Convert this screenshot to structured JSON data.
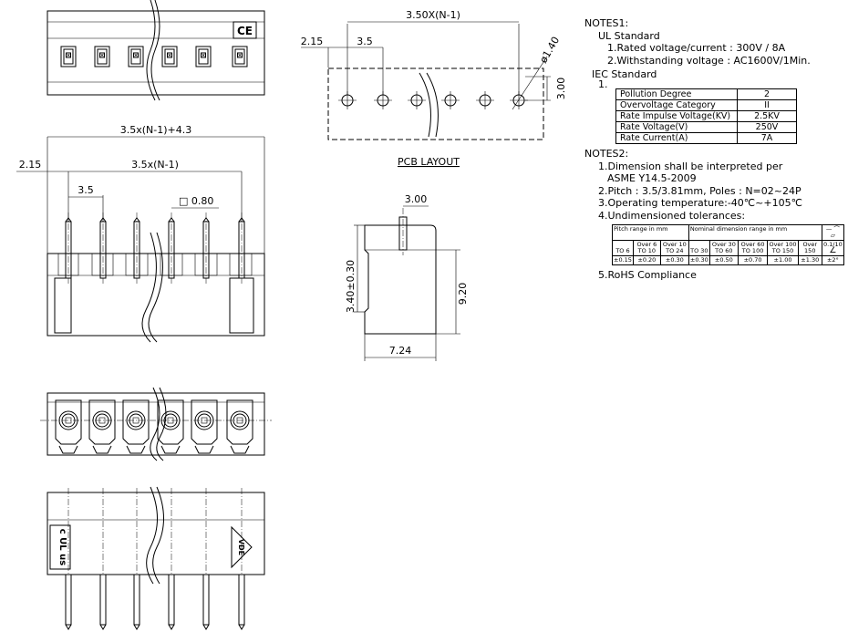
{
  "dimensions": {
    "top_pitch_formula": "3.50X(N-1)",
    "top_offset": "2.15",
    "top_pitch": "3.5",
    "hole_dia": "ø1.40",
    "row_space": "3.00",
    "pcb_layout_label": "PCB LAYOUT",
    "overall_width": "3.5x(N-1)+4.3",
    "left_offset": "2.15",
    "pitch_formula": "3.5x(N-1)",
    "pitch": "3.5",
    "pin_square": "□ 0.80",
    "side_pin_offset": "3.00",
    "side_pin_height": "3.40±0.30",
    "side_height": "9.20",
    "side_width": "7.24"
  },
  "marks": {
    "ce": "CE",
    "ul": "c UL us",
    "vde": "VDE"
  },
  "notes1": {
    "heading": "NOTES1:",
    "ul_heading": "UL Standard",
    "ul_line1": "1.Rated voltage/current : 300V / 8A",
    "ul_line2": "2.Withstanding voltage : AC1600V/1Min.",
    "iec_heading": "IEC Standard",
    "iec_number": "1.",
    "iec_table": [
      {
        "param": "Pollution Degree",
        "value": "2"
      },
      {
        "param": "Overvoltage Category",
        "value": "II"
      },
      {
        "param": "Rate Impulse Voltage(KV)",
        "value": "2.5KV"
      },
      {
        "param": "Rate Voltage(V)",
        "value": "250V"
      },
      {
        "param": "Rate Current(A)",
        "value": "7A"
      }
    ]
  },
  "notes2": {
    "heading": "NOTES2:",
    "line1a": "1.Dimension shall be interpreted per",
    "line1b": "ASME Y14.5-2009",
    "line2": "2.Pitch : 3.5/3.81mm, Poles : N=02~24P",
    "line3": "3.Operating temperature:-40℃~+105℃",
    "line4": "4.Undimensioned tolerances:",
    "line5": "5.RoHS Compliance",
    "tolerance": {
      "pitch_header": "Pitch range in mm",
      "nominal_header": "Nominal dimension range in mm",
      "flat_symbols": "— ⌒ ▱",
      "pitch_cols": [
        "TO 6",
        "Over 6 TO 10",
        "Over 10 TO 24"
      ],
      "nominal_cols": [
        "TO 30",
        "Over 30 TO 60",
        "Over 60 TO 100",
        "Over 100 TO 150",
        "Over 150"
      ],
      "flat_value": "0.1/10",
      "angle_symbol": "∠",
      "pitch_tol": [
        "±0.15",
        "±0.20",
        "±0.30"
      ],
      "nominal_tol": [
        "±0.30",
        "±0.50",
        "±0.70",
        "±1.00",
        "±1.30"
      ],
      "angle_tol": "±2°"
    }
  }
}
